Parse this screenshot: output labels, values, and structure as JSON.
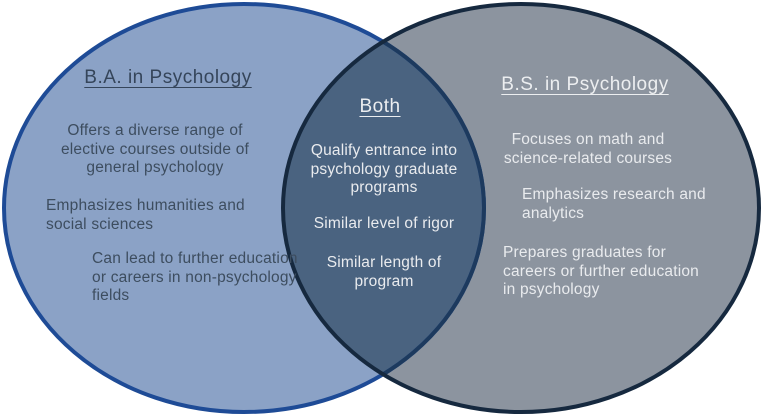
{
  "colors": {
    "background": "#FFFFFF",
    "left_circle_fill": "#8BA2C6",
    "right_circle_fill": "#8C949F",
    "overlap_fill": "#4A6380",
    "left_circle_border": "#1E4B96",
    "left_border_in_overlap": "#1D3A5E",
    "right_circle_border": "#16293F",
    "left_text": "#3D4D5F",
    "light_text": "#E9EBEE"
  },
  "venn": {
    "left": {
      "title": "B.A. in Psychology",
      "items": [
        "Offers a diverse range of\nelective courses outside of\ngeneral psychology",
        "Emphasizes humanities and\nsocial sciences",
        "Can lead to further education\nor careers in non-psychology\nfields"
      ]
    },
    "overlap": {
      "title": "Both",
      "items": [
        "Qualify entrance into\npsychology graduate\nprograms",
        "Similar level of rigor",
        "Similar length of\nprogram"
      ]
    },
    "right": {
      "title": "B.S. in Psychology",
      "items": [
        "Focuses on math and\nscience-related courses",
        "Emphasizes research and\nanalytics",
        "Prepares graduates for\ncareers or further education\nin psychology"
      ]
    }
  }
}
